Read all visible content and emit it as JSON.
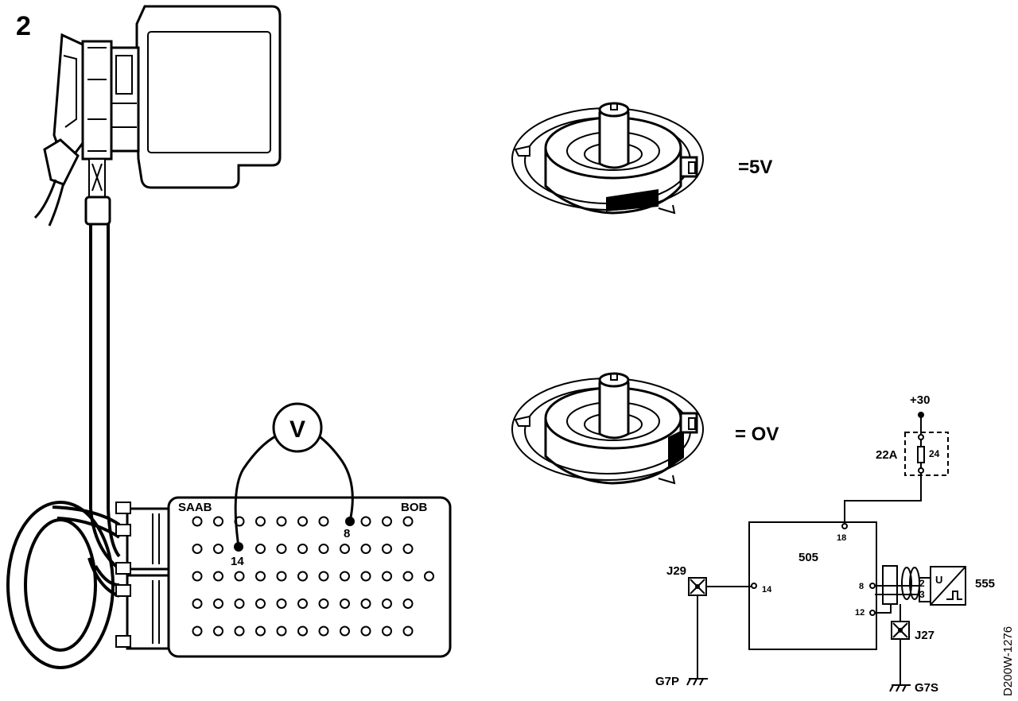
{
  "figure_number": "2",
  "voltmeter": {
    "symbol": "V"
  },
  "breakout_box": {
    "left_label": "SAAB",
    "right_label": "BOB",
    "probe_pins": {
      "left": "14",
      "right": "8"
    },
    "rows": [
      11,
      11,
      12,
      11,
      11
    ]
  },
  "sensor_states": [
    {
      "reading": "=5V"
    },
    {
      "reading": "= OV"
    }
  ],
  "wiring": {
    "supply": "+30",
    "fuse_box_label": "22A",
    "fuse_number": "24",
    "control_unit": "505",
    "control_pins": {
      "top": "18",
      "left": "14",
      "middle": "8",
      "bottom": "12"
    },
    "sensor": {
      "id": "555",
      "pin_a": "2",
      "pin_b": "3",
      "symbol": "U"
    },
    "junction_left": "J29",
    "junction_right": "J27",
    "ground_left": "G7P",
    "ground_right": "G7S"
  },
  "drawing_code": "D200W-1276"
}
